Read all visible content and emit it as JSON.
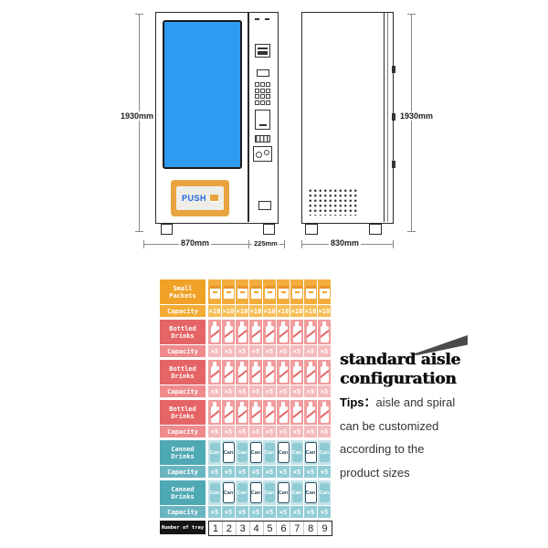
{
  "machine_diagram": {
    "front_view": {
      "push_button_label": "PUSH",
      "height_dimension": "1930mm",
      "cabinet_width_dimension": "870mm",
      "panel_width_dimension": "225mm"
    },
    "side_view": {
      "height_dimension": "1930mm",
      "depth_dimension": "830mm"
    }
  },
  "aisle_table": {
    "capacity_row_label": "Capacity",
    "can_label": "Can",
    "column_count": 9,
    "groups": [
      {
        "label": "Small\nPackets",
        "icon": "packet",
        "capacity": "×10",
        "colors": {
          "label": "#F0A228",
          "caplabel": "#F2AC35",
          "icons": "#F3AD3E",
          "capvals": "#F6BE57"
        }
      },
      {
        "label": "Bottled\nDrinks",
        "icon": "bottle",
        "capacity": "×5",
        "colors": {
          "label": "#E56566",
          "caplabel": "#EE8A8C",
          "icons": "#F09C9D",
          "capvals": "#F4BBBC"
        }
      },
      {
        "label": "Bottled\nDrinks",
        "icon": "bottle",
        "capacity": "×5",
        "colors": {
          "label": "#E56566",
          "caplabel": "#EE8A8C",
          "icons": "#F09C9D",
          "capvals": "#F4BBBC"
        }
      },
      {
        "label": "Bottled\nDrinks",
        "icon": "bottle",
        "capacity": "×5",
        "colors": {
          "label": "#E56566",
          "caplabel": "#EE8A8C",
          "icons": "#F09C9D",
          "capvals": "#F4BBBC"
        }
      },
      {
        "label": "Canned\nDrinks",
        "icon": "can",
        "capacity": "×5",
        "colors": {
          "label": "#4FA9B5",
          "caplabel": "#6BB5C0",
          "icons": "#C3E2E7",
          "capvals": "#93CDD6"
        }
      },
      {
        "label": "Canned\nDrinks",
        "icon": "can",
        "capacity": "×5",
        "colors": {
          "label": "#4FA9B5",
          "caplabel": "#6BB5C0",
          "icons": "#C3E2E7",
          "capvals": "#93CDD6"
        }
      }
    ],
    "tray_row": {
      "label": "Number of tray",
      "numbers": [
        "1",
        "2",
        "3",
        "4",
        "5",
        "6",
        "7",
        "8",
        "9"
      ]
    }
  },
  "info": {
    "heading_line1": "standard aisle",
    "heading_line2": "configuration",
    "tips_label": "Tips：",
    "tips_line1": "aisle and spiral",
    "tips_line2": "can be customized",
    "tips_line3": "according to the",
    "tips_line4": "product sizes"
  }
}
